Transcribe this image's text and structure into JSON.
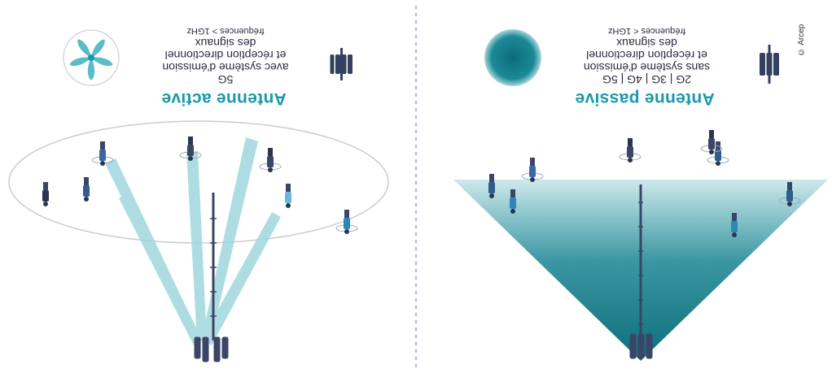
{
  "credit": "© Arcep",
  "panels": {
    "passive": {
      "title": "Antenne passive",
      "gens": "2G | 3G | 4G | 5G",
      "line1": "sans système d'émission",
      "line2": "et réception directionnel",
      "line3": "des signaux",
      "freq": "fréquences < 1GHz"
    },
    "active": {
      "title": "Antenne active",
      "gens": "5G",
      "line1": "avec système d'émission",
      "line2": "et réception directionnel",
      "line3": "des signaux",
      "freq": "fréquences > 1GHz"
    }
  },
  "colors": {
    "teal": "#1a9aa8",
    "dark_teal": "#0c6f7a",
    "beam": "#9fd8dd",
    "navy": "#34405f",
    "divider": "#b8bcd0"
  },
  "icons": {
    "passive_signal": "filled-circle-icon",
    "active_signal": "fan-icon",
    "antenna": "antenna-icon",
    "tower": "tower-icon",
    "person": "person-icon"
  }
}
